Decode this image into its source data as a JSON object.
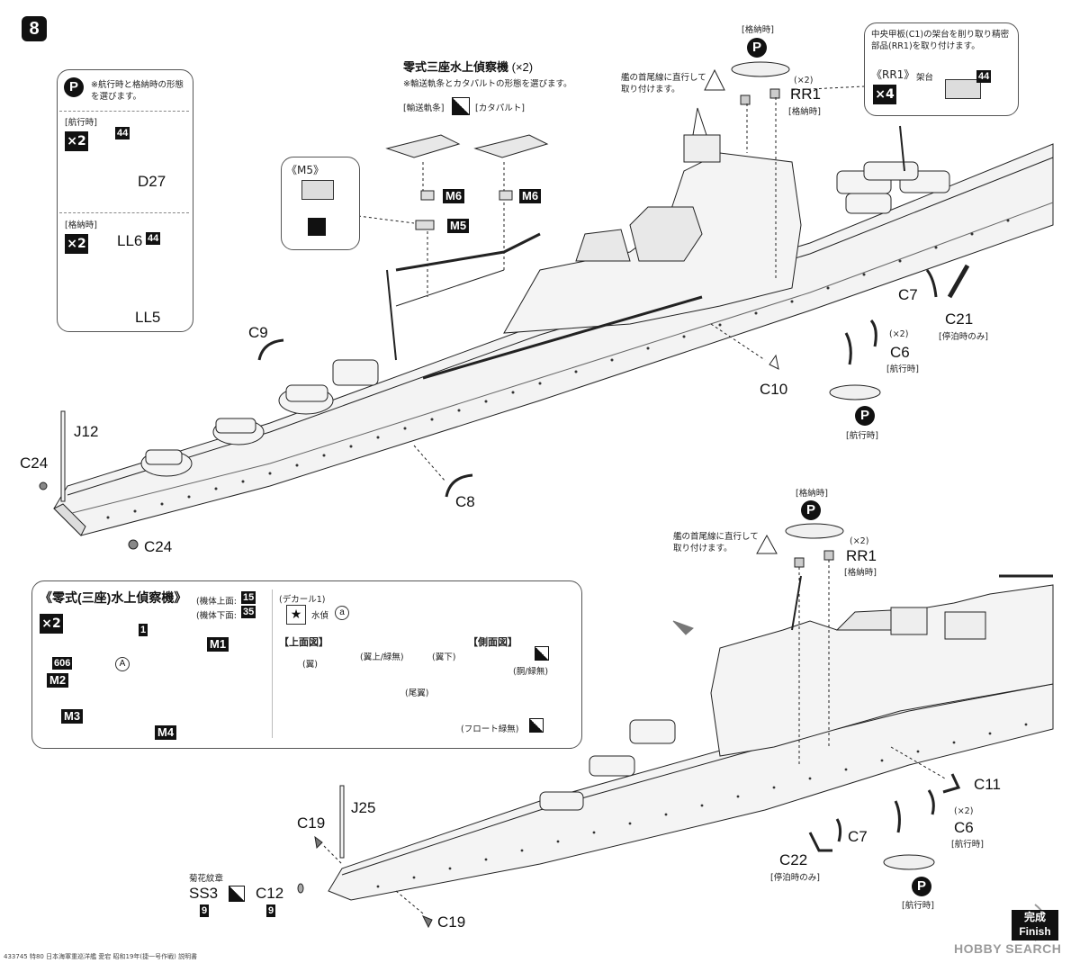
{
  "step": {
    "number": "8"
  },
  "boat_options": {
    "note": "※航行時と格納時の形態を選びます。",
    "sailing_label": "[航行時]",
    "sailing_qty": "×2",
    "sailing_tag": "44",
    "sailing_part": "D27",
    "stowed_label": "[格納時]",
    "stowed_qty": "×2",
    "stowed_tag": "44",
    "stowed_parts": [
      "LL6",
      "LL5"
    ]
  },
  "floatplane_choice": {
    "title": "零式三座水上偵察機",
    "title_qty": "(×2)",
    "note": "※輸送軌条とカタパルトの形態を選びます。",
    "option_rail": "[輸送軌条]",
    "option_catapult": "[カタパルト]",
    "parts": [
      "M6",
      "M6",
      "M5"
    ],
    "m5_callout": "《M5》"
  },
  "top_right": {
    "stowed_label": "[格納時]",
    "note": "艦の首尾線に直行して取り付けます。",
    "rr1_qty": "(×2)",
    "rr1_label": "RR1",
    "rr1_sub": "[格納時]",
    "cut_note": "中央甲板(C1)の架台を削り取り精密部品(RR1)を取り付けます。",
    "rr1_callout": "《RR1》",
    "rr1_callout_sub": "架台",
    "rr1_callout_qty": "×4",
    "rr1_callout_tag": "44"
  },
  "upper_parts": {
    "C7": "C7",
    "C21": "C21",
    "C21_sub": "[停泊時のみ]",
    "C6_qty": "(×2)",
    "C6": "C6",
    "C6_sub": "[航行時]",
    "C10": "C10",
    "boat_sub": "[航行時]",
    "C9": "C9",
    "J12": "J12",
    "C24a": "C24",
    "C24b": "C24",
    "C8": "C8"
  },
  "plane_detail": {
    "title": "《零式(三座)水上偵察機》",
    "upper_label": "(機体上面:",
    "upper_tag": "15",
    "lower_label": "(機体下面:",
    "lower_tag": "35",
    "qty": "×2",
    "decal_label": "(デカール1)",
    "decal_text": "水偵",
    "decal_mark": "a",
    "top_view_title": "【上面図】",
    "side_view_title": "【側面図】",
    "top_notes": [
      "(翼上/緑無)",
      "(翼下)",
      "(翼)",
      "(尾翼)"
    ],
    "side_notes": [
      "(胴/緑無)",
      "(フロート緑無)"
    ],
    "parts": {
      "M1": "M1",
      "M2": "M2",
      "M3": "M3",
      "M4": "M4",
      "tag1": "1",
      "tag606": "606",
      "marker_a": "A"
    }
  },
  "lower_parts": {
    "stowed_label": "[格納時]",
    "note": "艦の首尾線に直行して取り付けます。",
    "rr1_qty": "(×2)",
    "rr1_label": "RR1",
    "rr1_sub": "[格納時]",
    "C11": "C11",
    "C7": "C7",
    "C22": "C22",
    "C22_sub": "[停泊時のみ]",
    "C6_qty": "(×2)",
    "C6": "C6",
    "C6_sub": "[航行時]",
    "boat_sub": "[航行時]",
    "J25": "J25",
    "C19a": "C19",
    "C19b": "C19",
    "SS3_note": "菊花紋章",
    "SS3": "SS3",
    "SS3_tag": "9",
    "C12": "C12",
    "C12_tag": "9"
  },
  "footer": {
    "finish_jp": "完成",
    "finish_en": "Finish",
    "small_print": "433745 特80 日本海軍重巡洋艦 愛宕 昭和19年(捷一号作戦) 説明書",
    "watermark": "HOBBY SEARCH"
  },
  "colors": {
    "ink": "#111111",
    "line": "#555555",
    "hull": "#f2f2f2"
  }
}
